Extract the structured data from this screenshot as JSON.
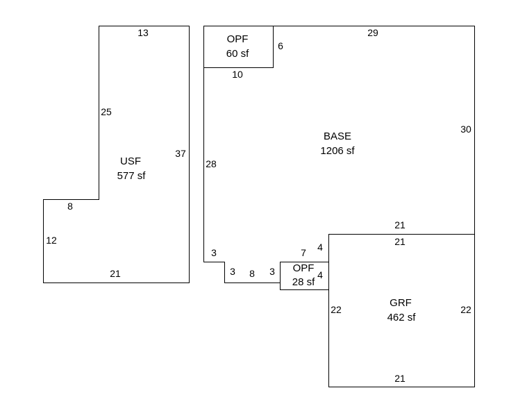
{
  "areas": {
    "usf": {
      "name": "USF",
      "area": "577 sf"
    },
    "base": {
      "name": "BASE",
      "area": "1206 sf"
    },
    "opf_top": {
      "name": "OPF",
      "area": "60 sf"
    },
    "opf_bottom": {
      "name": "OPF",
      "area": "28 sf"
    },
    "grf": {
      "name": "GRF",
      "area": "462 sf"
    }
  },
  "dimensions": {
    "usf": {
      "top": "13",
      "left_upper": "25",
      "right": "37",
      "step": "8",
      "left_lower": "12",
      "bottom": "21"
    },
    "base": {
      "top": "29",
      "right": "30",
      "left": "28",
      "bottom_shared": "21",
      "notch_left": "3",
      "notch_bottom": "3",
      "bottom_mid": "8",
      "notch_right": "3",
      "to_opf": "7",
      "opf_side": "4"
    },
    "opf_top": {
      "side": "6",
      "bottom": "10"
    },
    "opf_bottom": {
      "side": "4"
    },
    "grf": {
      "top": "21",
      "left": "22",
      "right": "22",
      "bottom": "21"
    }
  }
}
